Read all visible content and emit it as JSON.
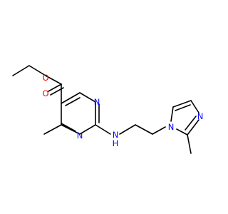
{
  "molecule": {
    "atoms": {
      "o_ether": {
        "label": "O",
        "color": "#ff0000"
      },
      "o_carbonyl": {
        "label": "O",
        "color": "#ff0000"
      },
      "n_pyr1": {
        "label": "N",
        "color": "#0000ff"
      },
      "n_pyr3": {
        "label": "N",
        "color": "#0000ff"
      },
      "n_amine": {
        "label": "N",
        "color": "#0000ff"
      },
      "h_amine": {
        "label": "H",
        "color": "#0000ff"
      },
      "n_imid1": {
        "label": "N",
        "color": "#0000ff"
      },
      "n_imid3": {
        "label": "N",
        "color": "#0000ff"
      }
    }
  }
}
